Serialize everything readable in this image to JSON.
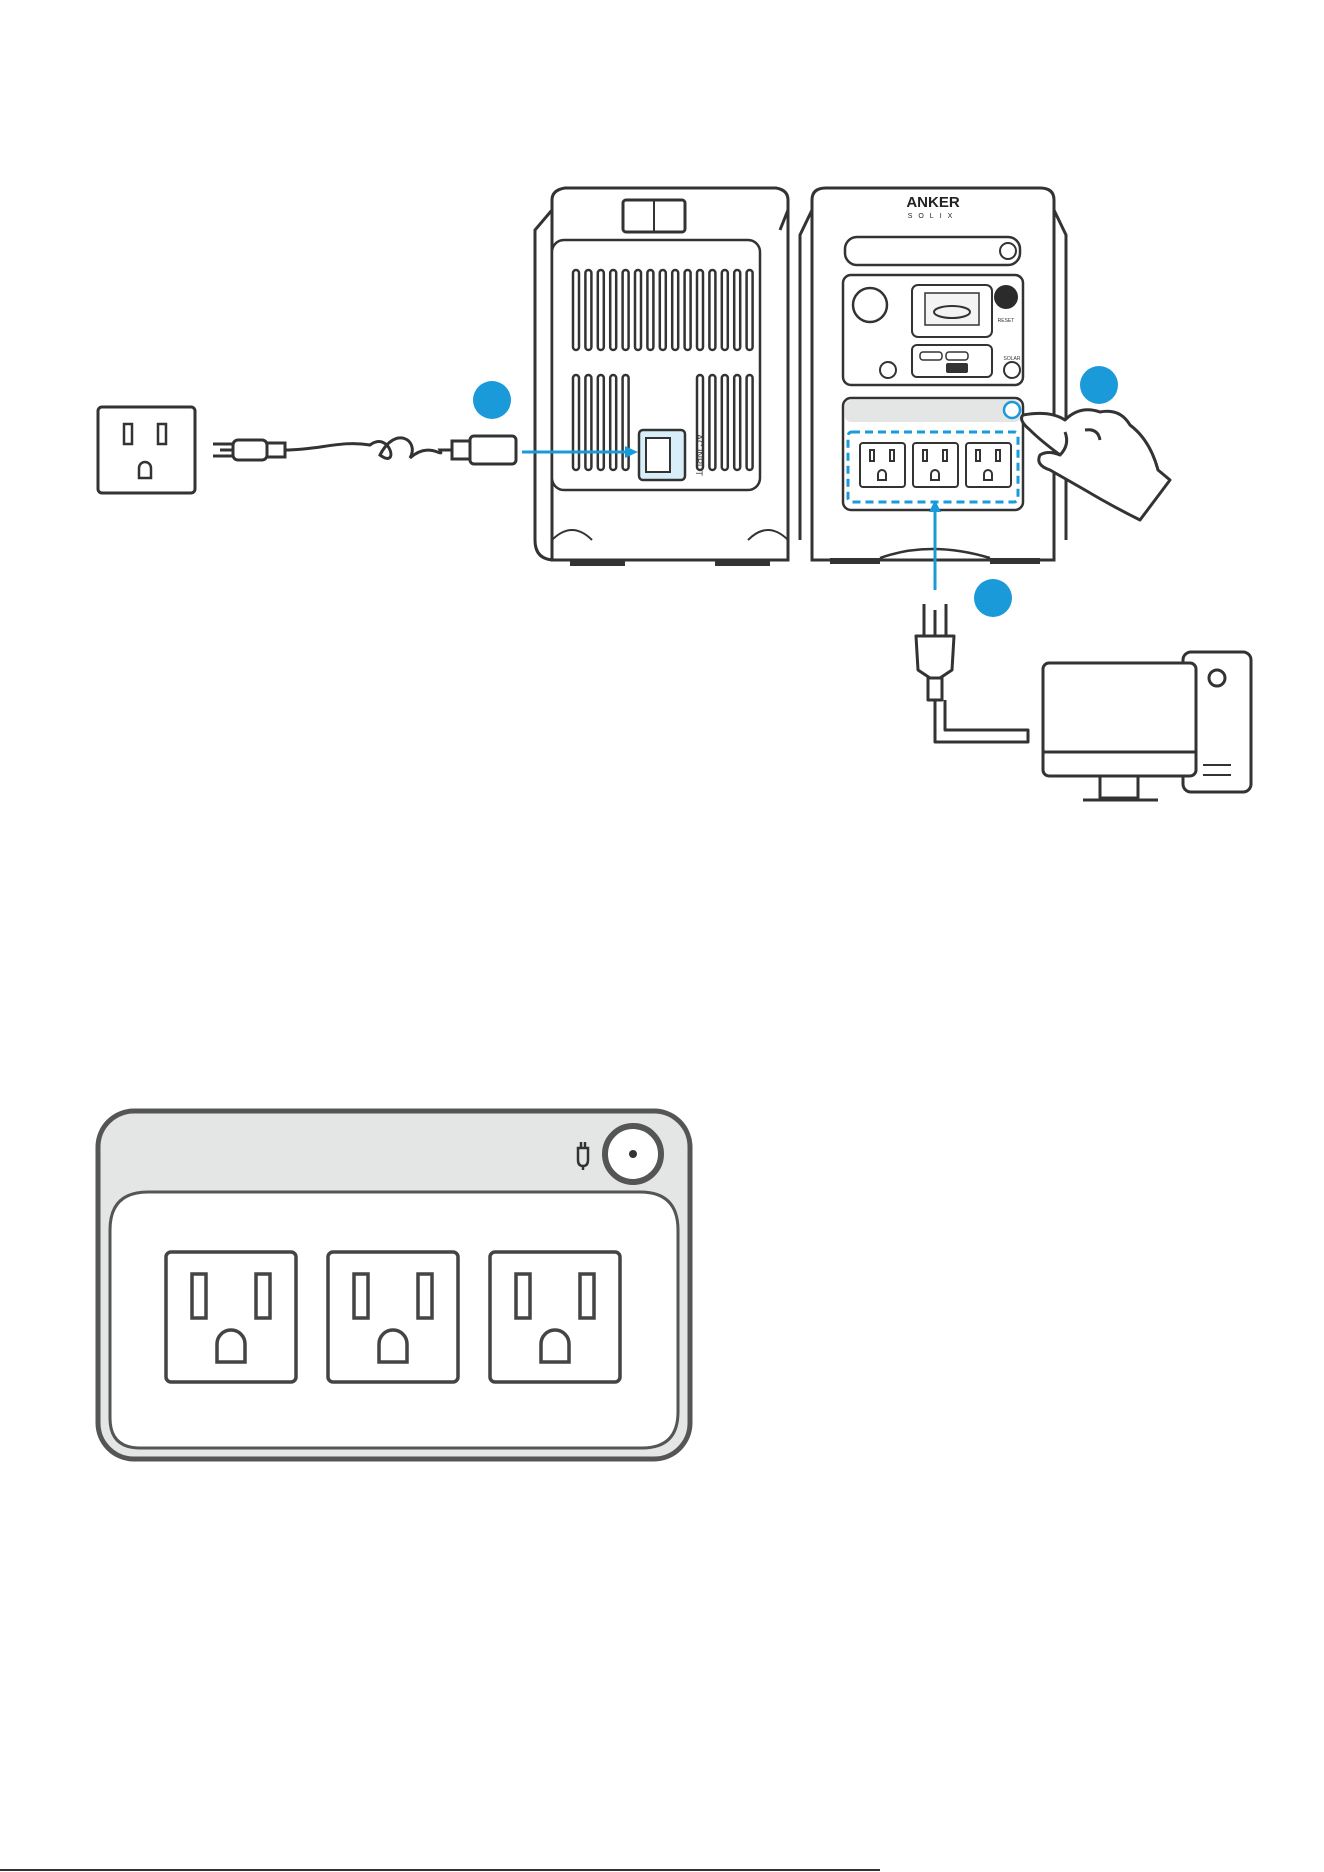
{
  "brand": {
    "line1": "ANKER",
    "line2": "SOLIX"
  },
  "port_labels": {
    "ac_input": "AC INPUT",
    "reset": "RESET",
    "solar": "SOLAR"
  },
  "colors": {
    "accent": "#1a9ad9",
    "stroke": "#333333",
    "body_grey": "#e4e6e6",
    "dark": "#2b2b2b"
  },
  "icons": [
    "wall-outlet-icon",
    "power-plug-icon",
    "computer-icon",
    "hand-pointer-icon",
    "power-button-icon"
  ]
}
